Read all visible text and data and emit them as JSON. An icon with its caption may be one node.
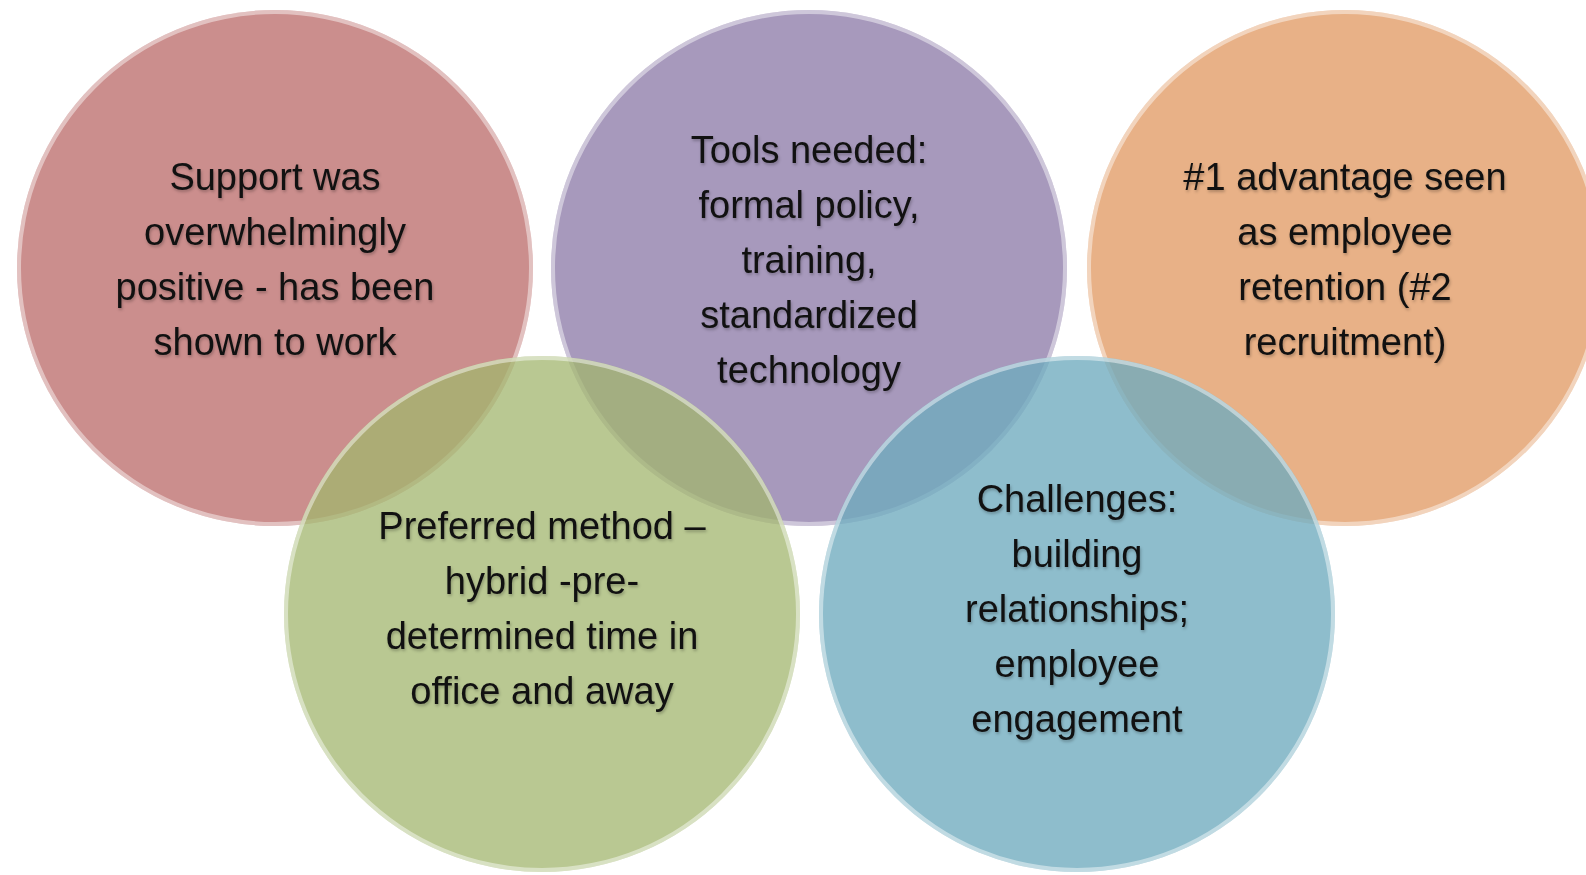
{
  "diagram": {
    "nodes": [
      {
        "text": [
          "Support was overwhelmingly positive - has been shown to work"
        ]
      },
      {
        "text": [
          "Tools needed: formal policy, training, standardized technology"
        ]
      },
      {
        "text": [
          "#1 advantage seen as employee retention (#2 recruitment)"
        ]
      },
      {
        "text": [
          "Preferred method – hybrid -pre-determined time in office and away"
        ]
      },
      {
        "text": [
          "Challenges: building relationships; employee engagement"
        ]
      }
    ]
  }
}
